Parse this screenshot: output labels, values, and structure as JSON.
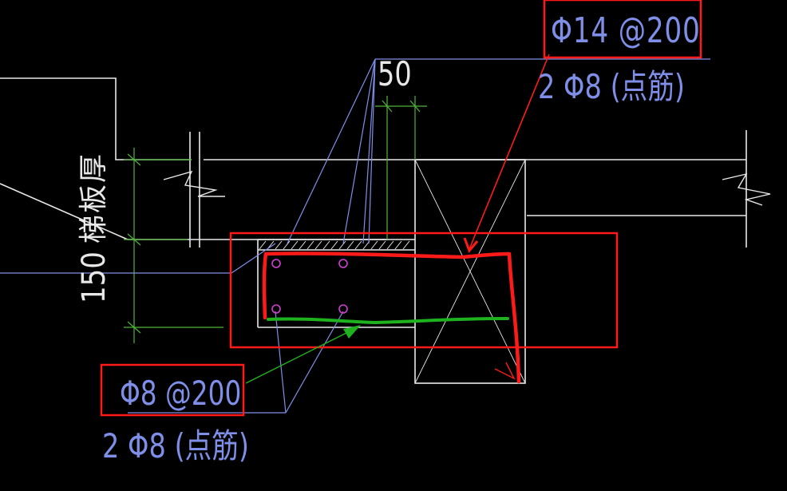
{
  "labels": {
    "top_rebar_spec": "Φ14 @200",
    "top_distribution_bars": "2 Φ8 (点筋)",
    "dim_top": "50",
    "bottom_rebar_spec": "Φ8 @200",
    "bottom_distribution_bars": "2 Φ8 (点筋)",
    "dim_left": "150",
    "slab_thickness": "梯板厚"
  },
  "colors": {
    "background": "#000000",
    "structure_line": "#e8e8e8",
    "dimension_line": "#4fb43a",
    "leader_line": "#7f8fe8",
    "highlight_box": "#ff1a1a",
    "top_rebar_markup": "#ff2020",
    "bottom_rebar_markup": "#1fb21f",
    "rebar_dot": "#d040d0"
  }
}
